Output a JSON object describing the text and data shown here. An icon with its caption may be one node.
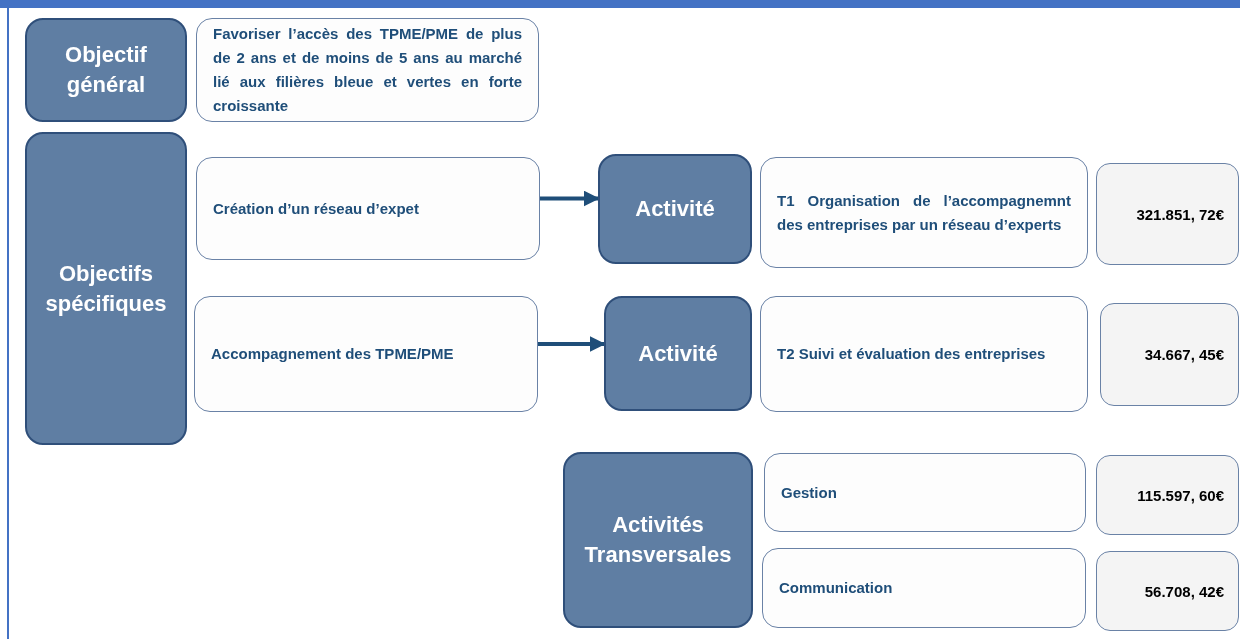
{
  "diagram": {
    "nodes": [
      {
        "text": [
          "Objectif général"
        ]
      },
      {
        "text": [
          "Favoriser l’accès des TPME/PME de plus de 2 ans et de moins de 5 ans au marché lié aux filières bleue et vertes en forte croissante"
        ]
      },
      {
        "text": [
          "Objectifs spécifiques"
        ]
      },
      {
        "text": [
          "Création d’un réseau d’expet"
        ]
      },
      {
        "text": [
          "Activité"
        ]
      },
      {
        "text": [
          "T1 Organisation de l’accompagnemnt des entreprises par un réseau d’experts"
        ]
      },
      {
        "text": [
          "321.851, 72€"
        ]
      },
      {
        "text": [
          "Accompagnement des TPME/PME"
        ]
      },
      {
        "text": [
          "Activité"
        ]
      },
      {
        "text": [
          "T2 Suivi et évaluation des entreprises"
        ]
      },
      {
        "text": [
          "34.667, 45€"
        ]
      },
      {
        "text": [
          "Activités Transversales"
        ]
      },
      {
        "text": [
          "Gestion"
        ]
      },
      {
        "text": [
          "115.597, 60€"
        ]
      },
      {
        "text": [
          "Communication"
        ]
      },
      {
        "text": [
          "56.708, 42€"
        ]
      }
    ],
    "edges": [
      {
        "from": 3,
        "to": 4,
        "arrow": "to"
      },
      {
        "from": 7,
        "to": 8,
        "arrow": "to"
      }
    ]
  }
}
